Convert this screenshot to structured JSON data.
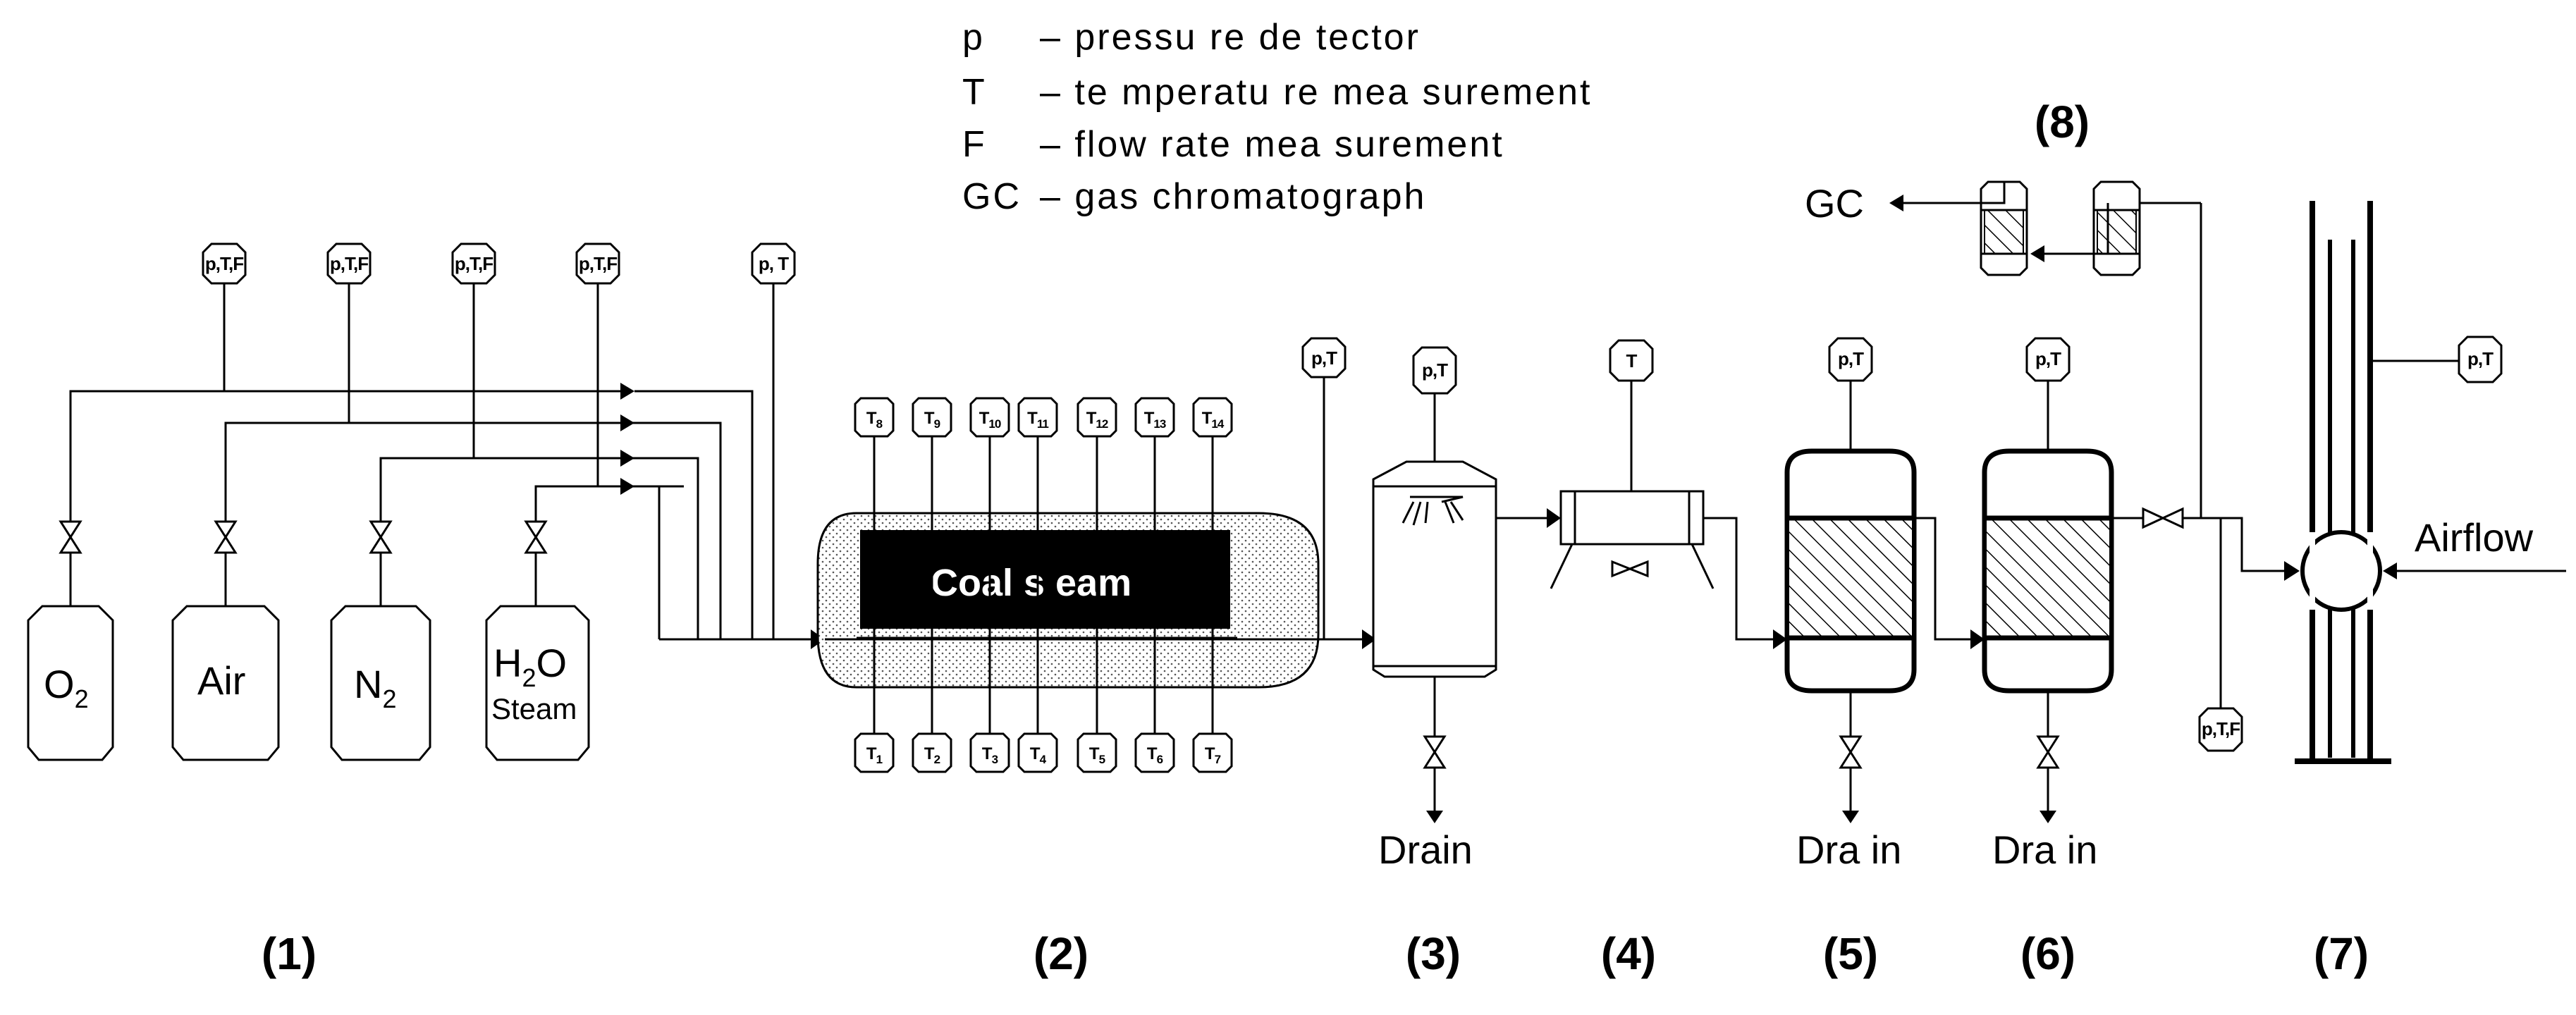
{
  "legend": [
    {
      "symbol": "p",
      "text": "– pressu re de tector"
    },
    {
      "symbol": "T",
      "text": "– te mperatu re mea surement"
    },
    {
      "symbol": "F",
      "text": "– flow rate  mea surement"
    },
    {
      "symbol": "GC",
      "text": "– gas chromatograph"
    }
  ],
  "units": [
    "(1)",
    "(2)",
    "(3)",
    "(4)",
    "(5)",
    "(6)",
    "(7)",
    "(8)"
  ],
  "tanks": {
    "o2": "O",
    "o2_sub": "2",
    "air": "Air",
    "n2": "N",
    "n2_sub": "2",
    "h2o_h": "H",
    "h2o_sub": "2",
    "h2o_o": "O",
    "steam": "Steam"
  },
  "instruments": {
    "ptf": "p,T,F",
    "pt": "p,T",
    "pt_spaced": "p, T",
    "t": "T"
  },
  "thermocouples_top": [
    "T8",
    "T9",
    "T10",
    "T11",
    "T12",
    "T13",
    "T14"
  ],
  "thermocouples_bottom": [
    "T1",
    "T2",
    "T3",
    "T4",
    "T5",
    "T6",
    "T7"
  ],
  "labels": {
    "coal_seam": "Coal s eam",
    "drain": "Drain",
    "drain_spaced": "Dra in",
    "gc": "GC",
    "airflow": "Airflow"
  }
}
